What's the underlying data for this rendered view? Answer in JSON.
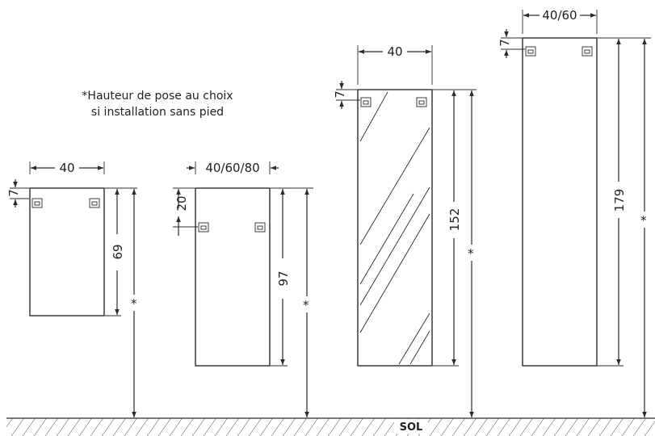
{
  "note": {
    "line1": "*Hauteur de pose au choix",
    "line2": "si installation sans pied"
  },
  "floor_label": "SOL",
  "cabinets": [
    {
      "id": "cab1",
      "width_label": "40",
      "top_offset_label": "7",
      "height_label": "69",
      "floor_label": "*"
    },
    {
      "id": "cab2",
      "width_label": "40/60/80",
      "top_offset_label": "20",
      "height_label": "97",
      "floor_label": "*"
    },
    {
      "id": "cab3",
      "width_label": "40",
      "top_offset_label": "7",
      "height_label": "152",
      "floor_label": "*",
      "mirror": true
    },
    {
      "id": "cab4",
      "width_label": "40/60",
      "top_offset_label": "7",
      "height_label": "179",
      "floor_label": "*"
    }
  ]
}
